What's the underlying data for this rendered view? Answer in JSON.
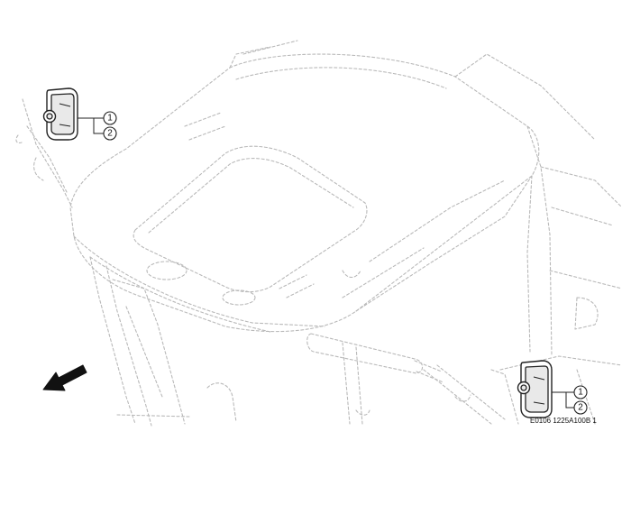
{
  "callouts": {
    "left_mirror": [
      "1",
      "2"
    ],
    "right_mirror": [
      "1",
      "2"
    ]
  },
  "reference_code": "E0106 1225A100B 1"
}
